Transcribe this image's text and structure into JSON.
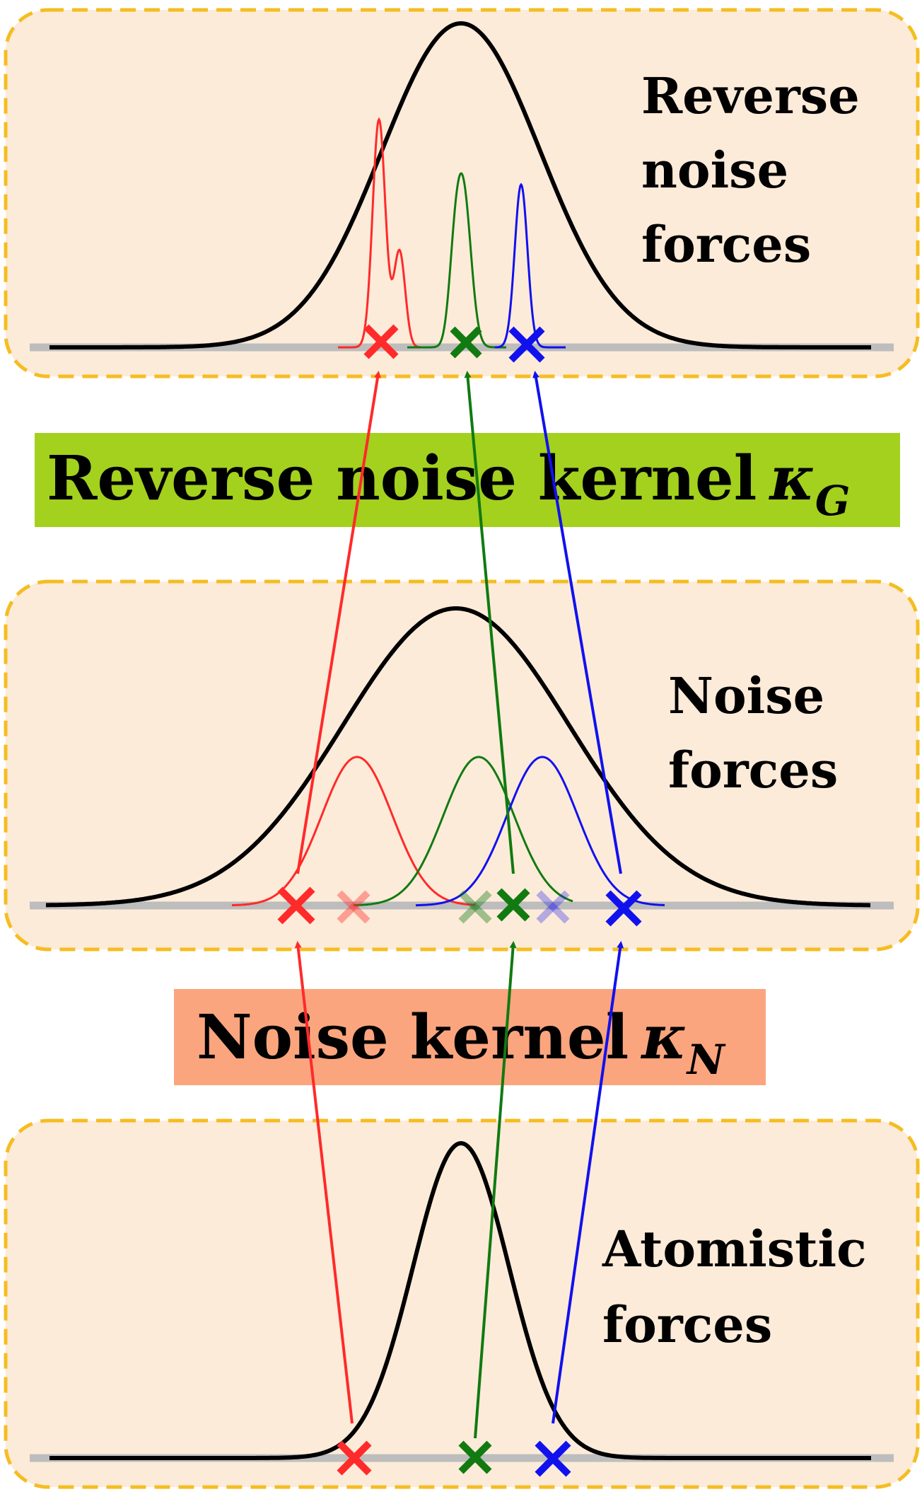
{
  "colors": {
    "panel_fill": "#fdebd9",
    "panel_border": "#f5bd22",
    "baseline": "#bdbdbd",
    "red": "#ff2a2a",
    "green": "#117a11",
    "blue": "#1111ee",
    "reverse_kernel_bg": "#a3d11e",
    "noise_kernel_bg": "#fba57e"
  },
  "panels": {
    "top": {
      "label_lines": [
        "Reverse",
        "noise",
        "forces"
      ]
    },
    "middle": {
      "label_lines": [
        "Noise",
        "forces"
      ]
    },
    "bottom": {
      "label_lines": [
        "Atomistic",
        "forces"
      ]
    }
  },
  "kernels": {
    "reverse": {
      "text": "Reverse noise kernel",
      "symbol": "κ",
      "subscript": "G"
    },
    "noise": {
      "text": "Noise kernel",
      "symbol": "κ",
      "subscript": "N"
    }
  }
}
